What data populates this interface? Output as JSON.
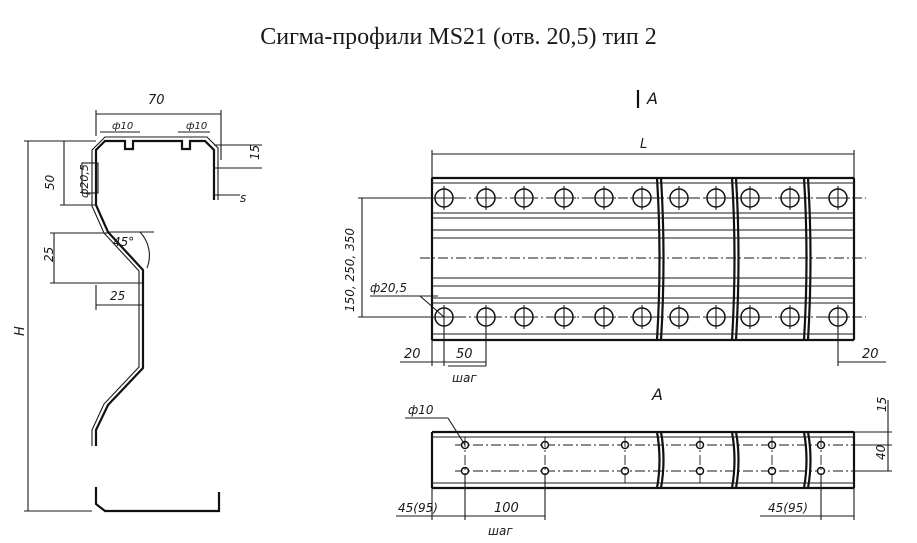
{
  "title": "Сигма-профили MS21 (отв. 20,5) тип 2",
  "section": {
    "dim_width": "70",
    "dim_hole_left": "ф10",
    "dim_hole_right": "ф10",
    "dim_flange_depth": "15",
    "dim_thickness": "s",
    "dim_top_height": "50",
    "dim_hole_web": "ф20,5",
    "dim_angle": "45°",
    "dim_offset_height": "25",
    "dim_offset_width": "25",
    "dim_total_height": "H"
  },
  "front_view": {
    "view_marker": "A",
    "dim_length": "L",
    "dim_hole_spacing": "150, 250, 350",
    "dim_hole_diameter": "ф20,5",
    "dim_end_left": "20",
    "dim_pitch": "50",
    "dim_pitch_label": "шаг",
    "dim_end_right": "20"
  },
  "top_view": {
    "view_label": "A",
    "dim_hole_diameter": "ф10",
    "dim_edge": "15",
    "dim_row_spacing": "40",
    "dim_end_left": "45(95)",
    "dim_pitch": "100",
    "dim_pitch_label": "шаг",
    "dim_end_right": "45(95)"
  }
}
